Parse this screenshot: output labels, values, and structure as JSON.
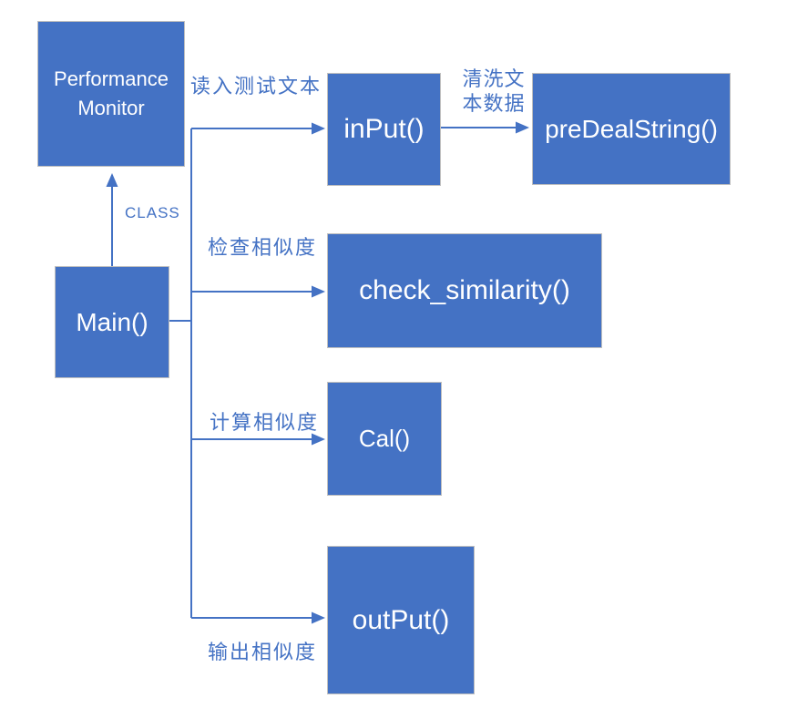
{
  "diagram": {
    "nodes": {
      "performance_monitor": "Performance Monitor",
      "main": "Main()",
      "input": "inPut()",
      "predealstring": "preDealString()",
      "check_similarity": "check_similarity()",
      "cal": "Cal()",
      "output": "outPut()"
    },
    "edge_labels": {
      "class": "CLASS",
      "read_test_text": "读入测试文本",
      "clean_text_line1": "清洗文",
      "clean_text_line2": "本数据",
      "check_similarity": "检查相似度",
      "calc_similarity": "计算相似度",
      "output_similarity": "输出相似度"
    },
    "colors": {
      "box_fill": "#4472C4",
      "box_border": "#BFBFBF",
      "line": "#4472C4",
      "label_text": "#4472C4",
      "box_text": "#FFFFFF",
      "background": "#FFFFFF"
    }
  }
}
